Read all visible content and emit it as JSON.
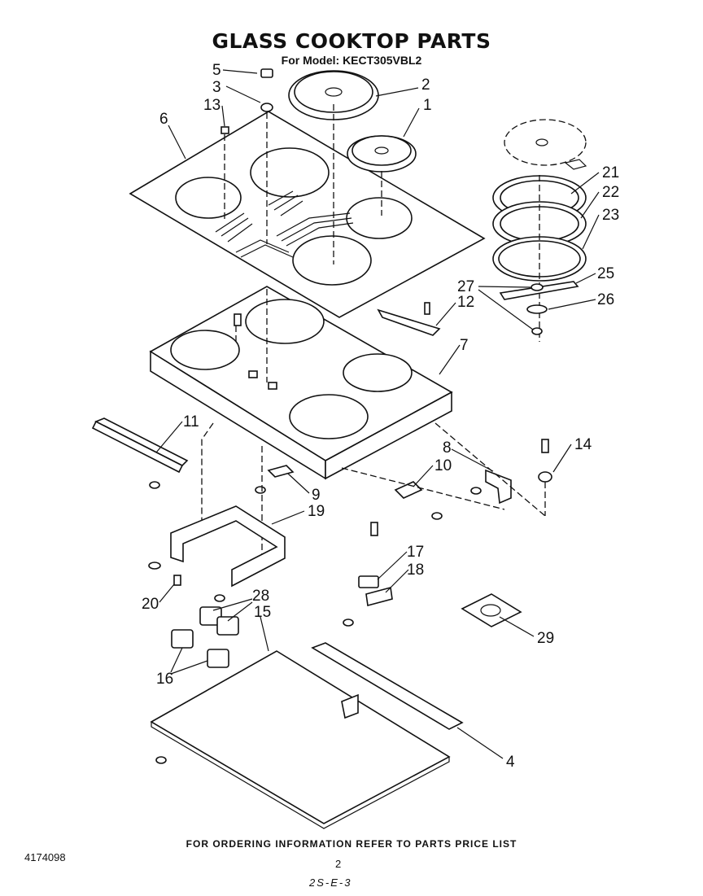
{
  "header": {
    "title": "GLASS COOKTOP PARTS",
    "subtitle": "For Model: KECT305VBL2"
  },
  "footer": {
    "note": "FOR ORDERING INFORMATION REFER TO PARTS PRICE LIST",
    "document_number": "4174098",
    "page_number": "2",
    "date_code": "2S-E-3"
  },
  "callouts": [
    "1",
    "2",
    "3",
    "4",
    "5",
    "6",
    "7",
    "8",
    "9",
    "10",
    "11",
    "12",
    "13",
    "14",
    "15",
    "16",
    "17",
    "18",
    "19",
    "20",
    "21",
    "22",
    "23",
    "25",
    "26",
    "27",
    "28",
    "29"
  ]
}
